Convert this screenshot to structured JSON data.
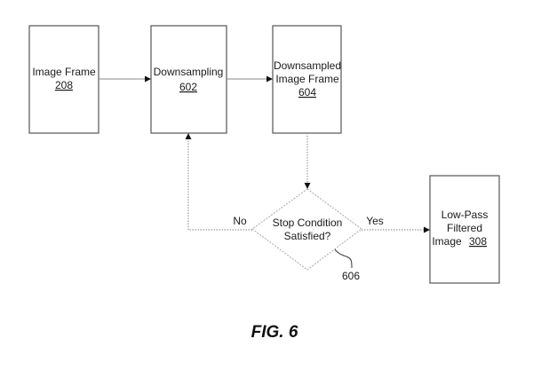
{
  "figure": {
    "caption": "FIG. 6"
  },
  "nodes": {
    "image_frame": {
      "label": "Image Frame",
      "ref": "208"
    },
    "downsampling": {
      "label": "Downsampling",
      "ref": "602"
    },
    "downsampled_frame": {
      "line1": "Downsampled",
      "line2": "Image Frame",
      "ref": "604"
    },
    "stop_condition": {
      "line1": "Stop Condition",
      "line2": "Satisfied?",
      "ref": "606"
    },
    "low_pass": {
      "line1": "Low-Pass",
      "line2": "Filtered",
      "line3": "Image",
      "ref": "308"
    }
  },
  "edges": {
    "no_label": "No",
    "yes_label": "Yes"
  }
}
